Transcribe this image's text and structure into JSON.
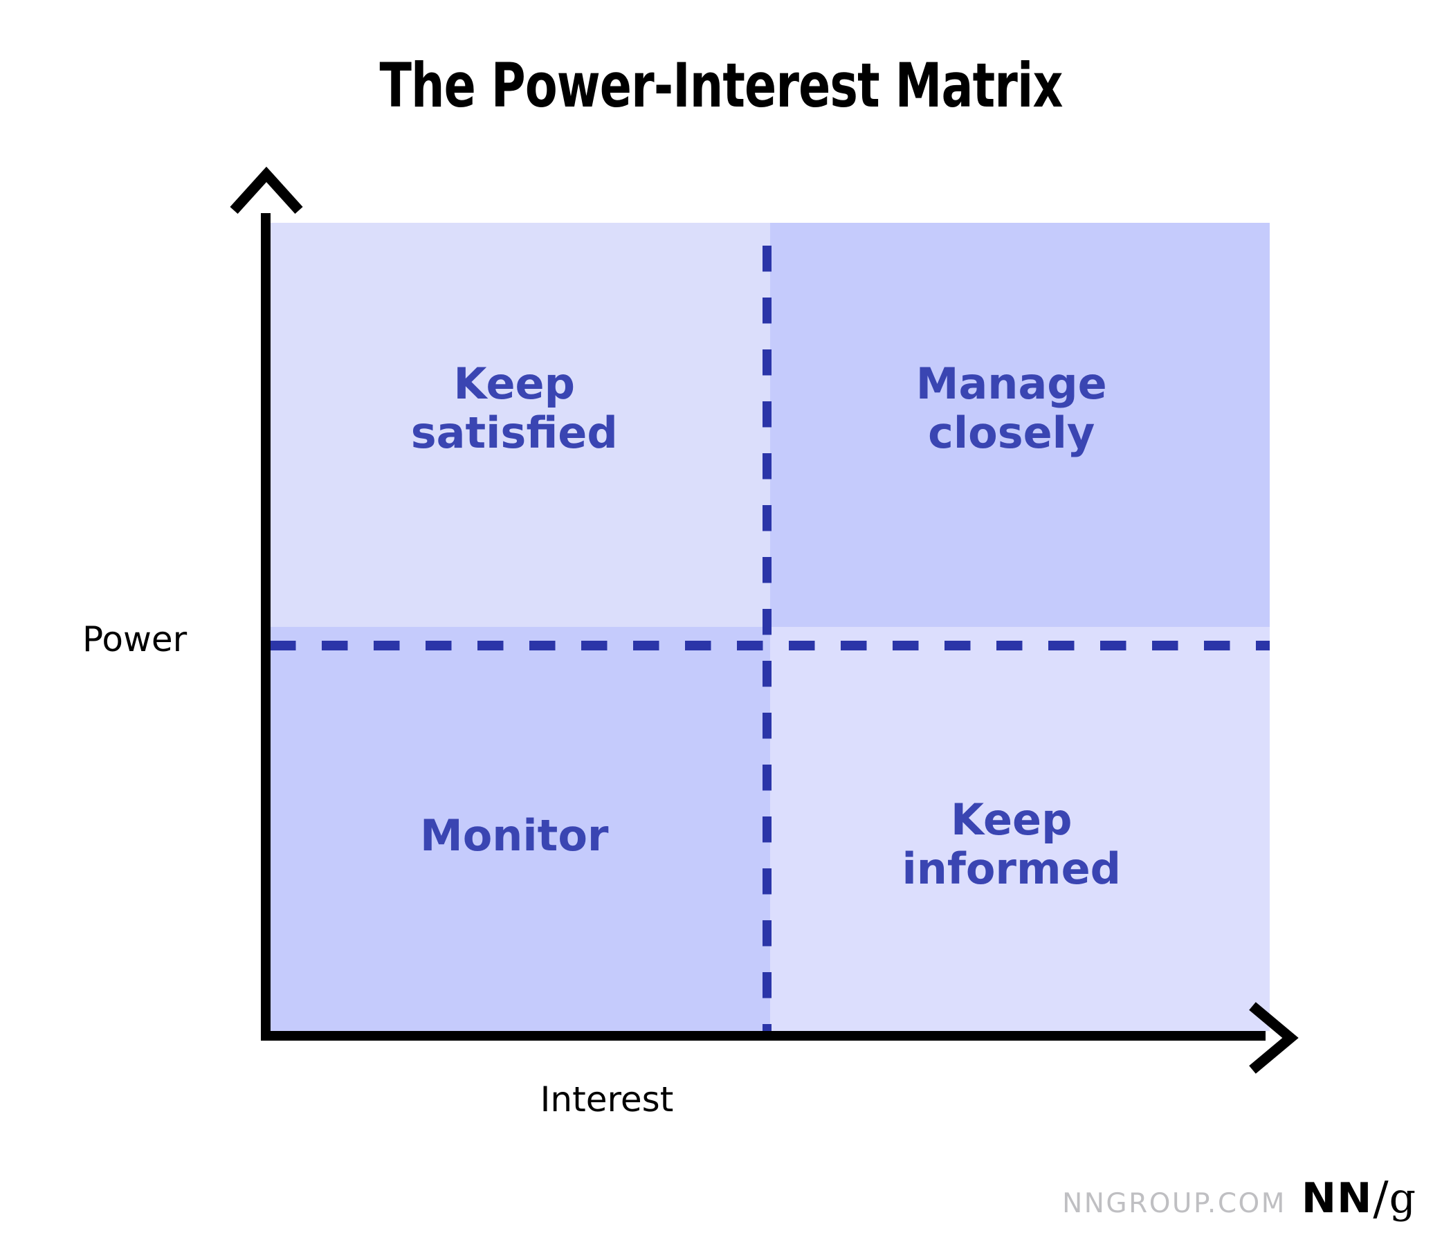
{
  "chart_data": {
    "type": "scatter",
    "title": "The Power-Interest Matrix",
    "xlabel": "Interest",
    "ylabel": "Power",
    "grid": false,
    "legend": "none",
    "axis_style": "arrow-axes, no tick labels, no numeric scale",
    "divider_style": "dashed",
    "divider_color": "#2b35a8",
    "quadrants": [
      {
        "id": "keep-satisfied",
        "label": "Keep\nsatisfied",
        "position": "top-left",
        "power": "high",
        "interest": "low",
        "fill": "#dbdefb",
        "text_color": "#3a45b2"
      },
      {
        "id": "manage-closely",
        "label": "Manage\nclosely",
        "position": "top-right",
        "power": "high",
        "interest": "high",
        "fill": "#c5cbfc",
        "text_color": "#3a45b2"
      },
      {
        "id": "monitor",
        "label": "Monitor",
        "position": "bottom-left",
        "power": "low",
        "interest": "low",
        "fill": "#c5cbfc",
        "text_color": "#3a45b2"
      },
      {
        "id": "keep-informed",
        "label": "Keep\ninformed",
        "position": "bottom-right",
        "power": "low",
        "interest": "high",
        "fill": "#dcdefd",
        "text_color": "#3a45b2"
      }
    ]
  },
  "title": "The Power-Interest Matrix",
  "axes": {
    "y_label": "Power",
    "x_label": "Interest",
    "y_arrow_icon": "arrow-up-icon",
    "x_arrow_icon": "arrow-right-icon"
  },
  "footer": {
    "site": "NNGROUP.COM",
    "logo_nn": "NN",
    "logo_slash": "/",
    "logo_g": "g"
  },
  "colors": {
    "quadrant_light": "#dbdefb",
    "quadrant_dark": "#c5cbfc",
    "label_blue": "#3a45b2",
    "divider_blue": "#2b35a8",
    "axis_black": "#000000",
    "footer_gray": "#bfbfc2"
  }
}
